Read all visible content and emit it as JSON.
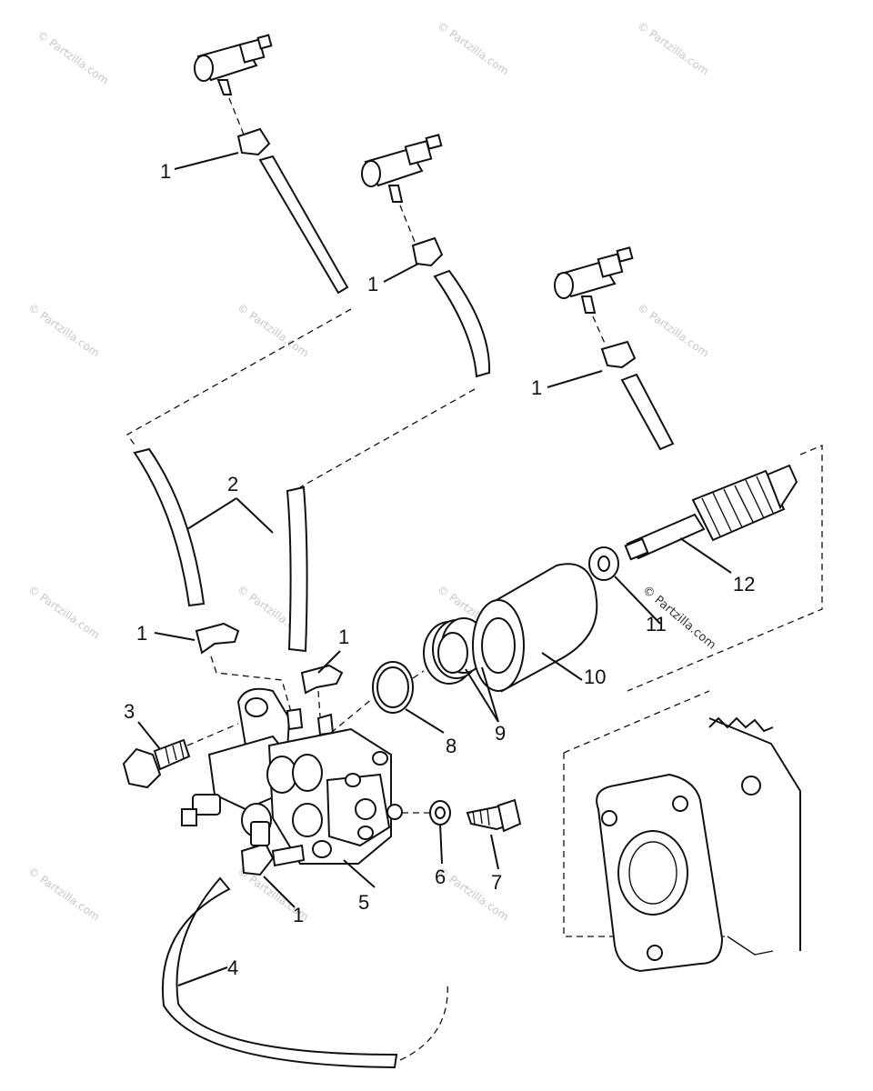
{
  "watermark": {
    "text": "© Partzilla.com"
  },
  "callouts": {
    "clamp_1": "1",
    "hose_2": "2",
    "bolt_3": "3",
    "hose_4": "4",
    "pump_5": "5",
    "washer_6": "6",
    "screw_7": "7",
    "o_ring_8": "8",
    "seal_9": "9",
    "collar_10": "10",
    "washer_11": "11",
    "gear_12": "12"
  }
}
